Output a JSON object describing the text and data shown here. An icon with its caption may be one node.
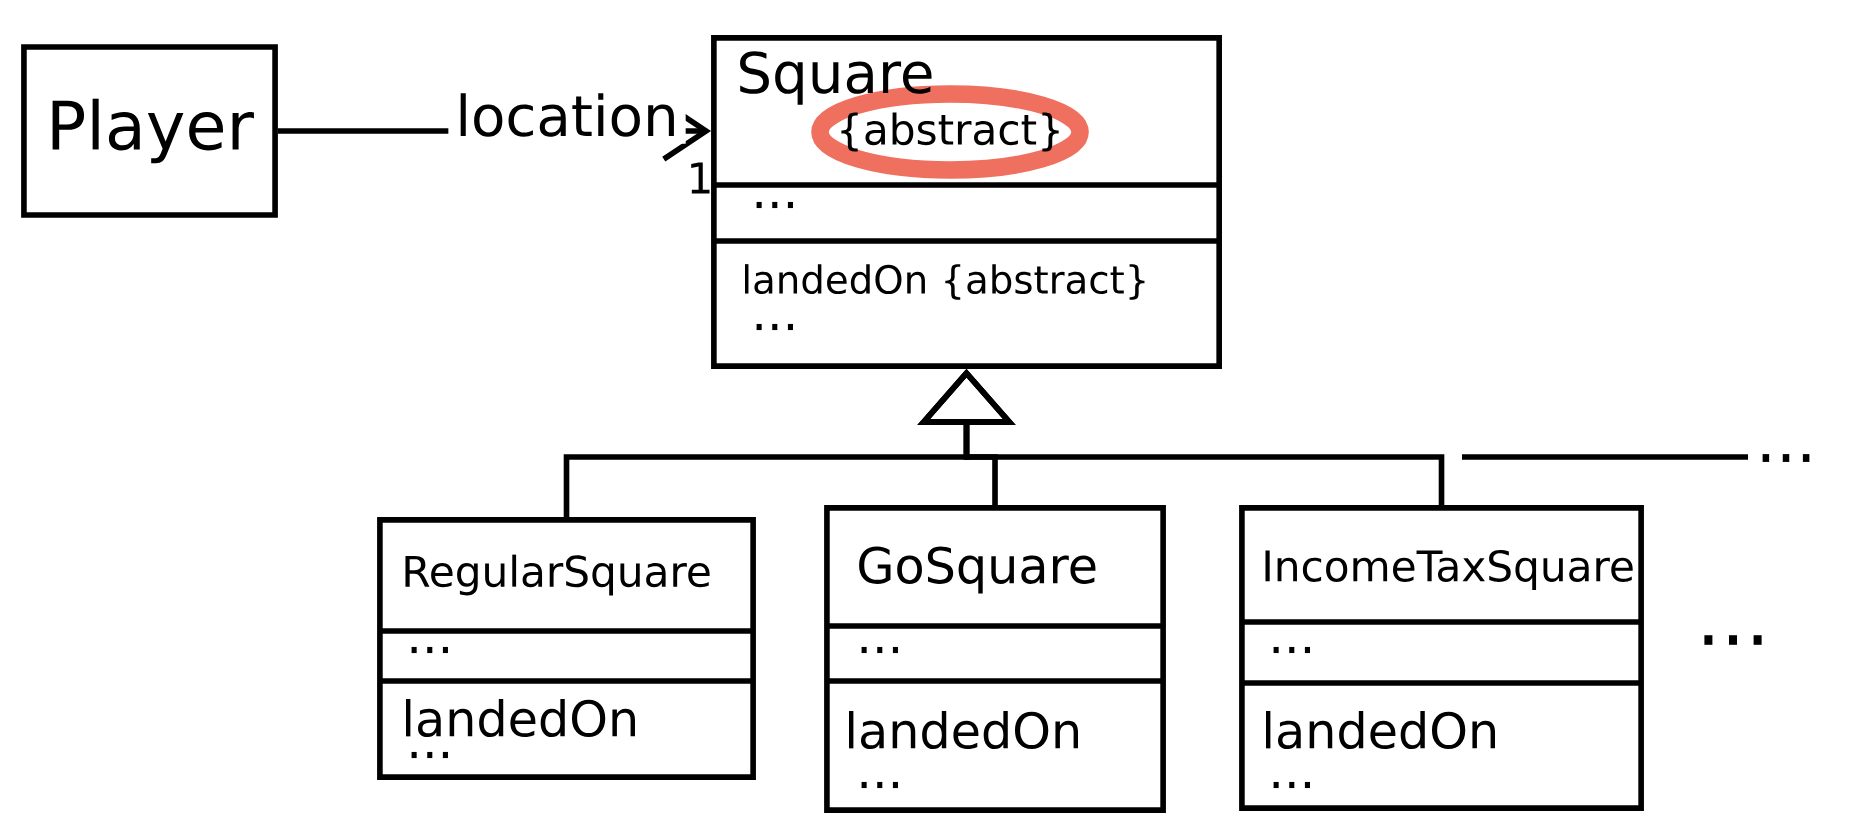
{
  "diagram": {
    "nodes": [
      {
        "text": [
          "Player"
        ]
      },
      {
        "text": [
          "Square",
          "{abstract}",
          "...",
          "landedOn {abstract}",
          "..."
        ]
      },
      {
        "text": [
          "RegularSquare",
          "...",
          "landedOn",
          "..."
        ]
      },
      {
        "text": [
          "GoSquare",
          "...",
          "landedOn",
          "..."
        ]
      },
      {
        "text": [
          "IncomeTaxSquare",
          "...",
          "landedOn",
          "..."
        ]
      }
    ],
    "edges": [
      {
        "from": 0,
        "to": 1,
        "arrow": "to",
        "label": "location"
      },
      {
        "from": 2,
        "to": 1,
        "arrow": "to"
      },
      {
        "from": 3,
        "to": 1,
        "arrow": "to"
      },
      {
        "from": 4,
        "to": 1,
        "arrow": "to"
      }
    ],
    "labels": [
      "1",
      "...",
      "..."
    ]
  }
}
